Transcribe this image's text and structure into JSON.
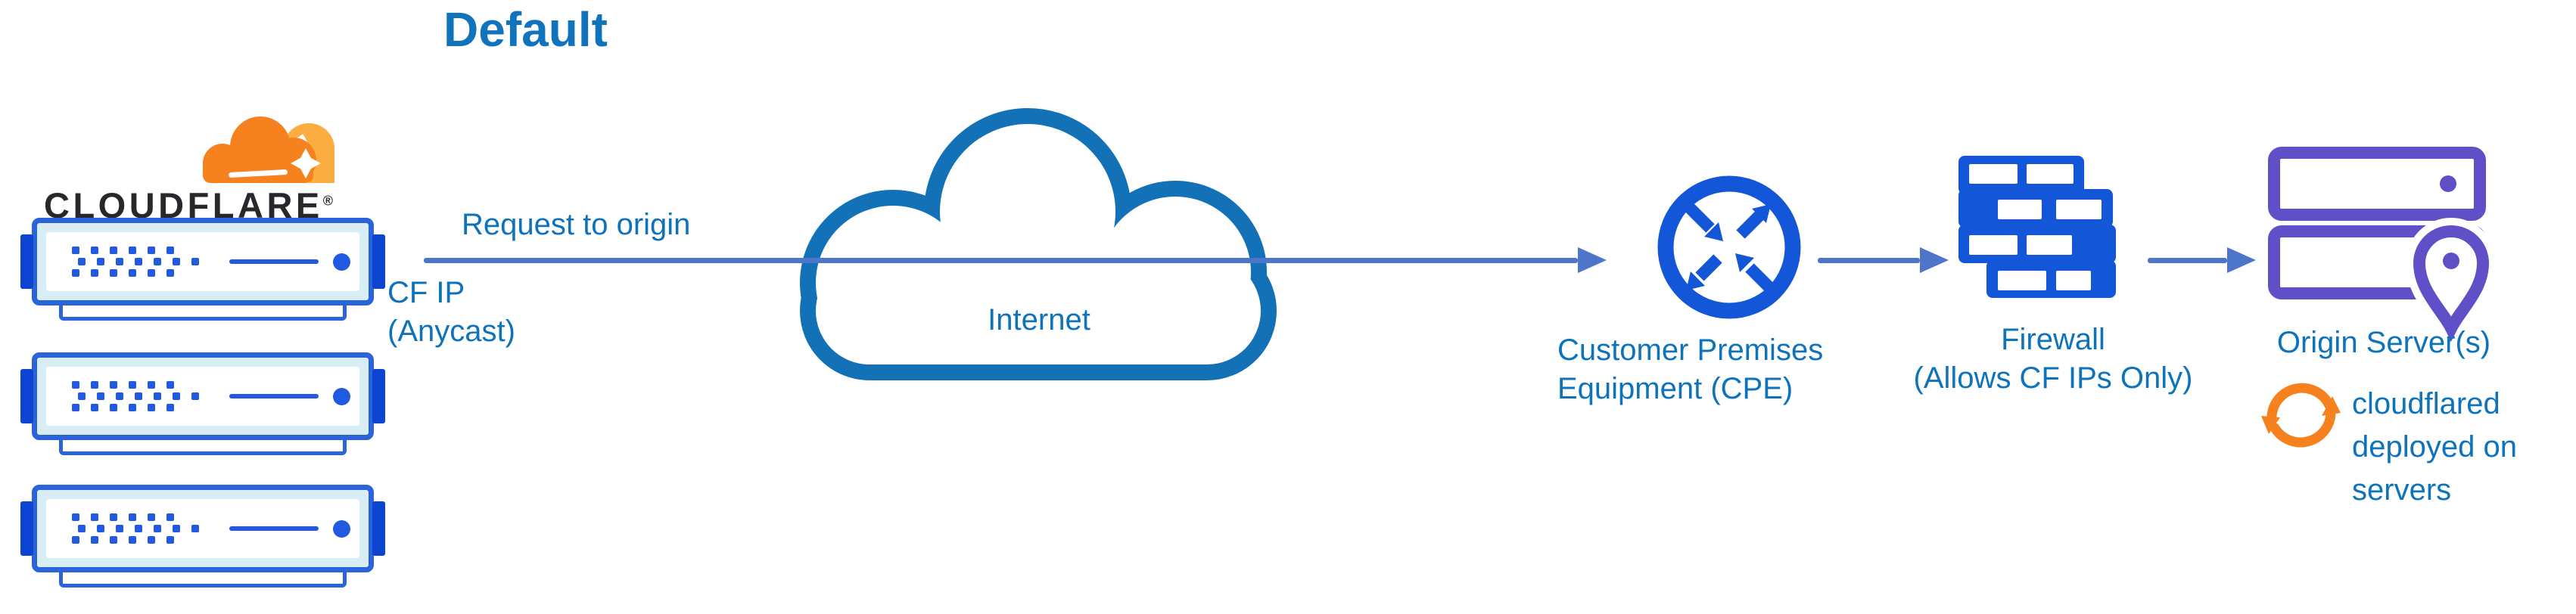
{
  "title": "Default",
  "colors": {
    "title-blue": "#1173bb",
    "text-blue": "#0e73ba",
    "arrow": "#4d75c9",
    "cloud-stroke": "#1371b8",
    "icon-blue": "#1456d8",
    "server-border": "#2b63d9",
    "server-tab": "#0d44d1",
    "server-fill": "#d8edf4",
    "server-dot": "#2159e0",
    "purple": "#6050c8",
    "orange": "#f6821f",
    "orange-light": "#fbad41",
    "wordmark": "#26282b"
  },
  "cloudflare": {
    "wordmark": "CLOUDFLARE",
    "registered": "®"
  },
  "edge": {
    "request_label": "Request to origin",
    "ip_label_line1": "CF IP",
    "ip_label_line2": "(Anycast)"
  },
  "internet": {
    "label": "Internet"
  },
  "cpe": {
    "label_line1": "Customer Premises",
    "label_line2": "Equipment (CPE)"
  },
  "firewall": {
    "label_line1": "Firewall",
    "label_line2": "(Allows CF IPs Only)"
  },
  "origin": {
    "label": "Origin Server(s)",
    "note_line1": "cloudflared",
    "note_line2": "deployed on",
    "note_line3": "servers"
  },
  "icons": {
    "cloudflare-logo": "orange cloud logo",
    "edge-server-icon": "blue rack server x3",
    "internet-cloud-icon": "blue outlined cloud",
    "cpe-router-icon": "circle with four converging arrows",
    "firewall-icon": "blue brick wall",
    "origin-servers-icon": "purple stacked servers with location pin",
    "sync-icon": "orange circular arrows",
    "arrow-right-icon": "blue flow arrows"
  }
}
